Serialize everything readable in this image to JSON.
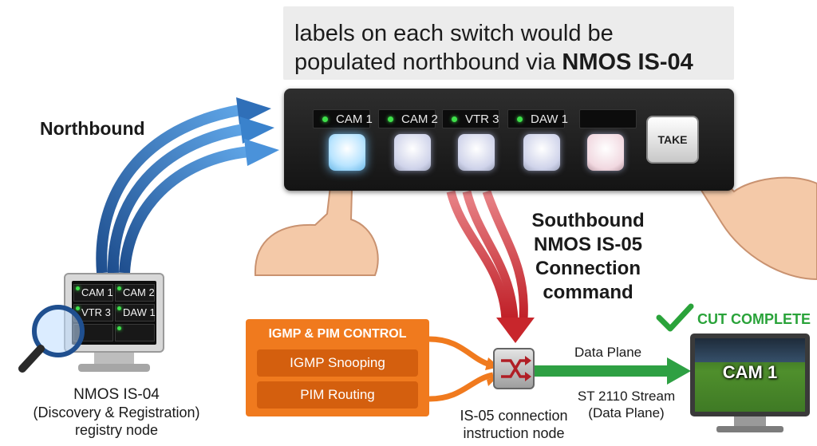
{
  "caption": {
    "line1": "labels on each switch would be",
    "line2_prefix": "populated northbound via ",
    "line2_bold": "NMOS IS-04"
  },
  "panel": {
    "switches": [
      {
        "label": "CAM 1",
        "led": true
      },
      {
        "label": "CAM 2",
        "led": true
      },
      {
        "label": "VTR 3",
        "led": true
      },
      {
        "label": "DAW 1",
        "led": true
      },
      {
        "label": "",
        "led": false
      }
    ],
    "take_label": "TAKE"
  },
  "northbound": {
    "label": "Northbound"
  },
  "southbound": {
    "line1": "Southbound",
    "line2": "NMOS IS-05",
    "line3": "Connection",
    "line4": "command"
  },
  "registry": {
    "cells": [
      {
        "label": "CAM 1",
        "led": true
      },
      {
        "label": "CAM 2",
        "led": true
      },
      {
        "label": "VTR 3",
        "led": true
      },
      {
        "label": "DAW 1",
        "led": true
      },
      {
        "label": "",
        "led": false
      },
      {
        "label": "",
        "led": false
      }
    ],
    "caption_line1": "NMOS IS-04",
    "caption_line2": "(Discovery & Registration)",
    "caption_line3": "registry node"
  },
  "igmp": {
    "title": "IGMP & PIM CONTROL",
    "item1": "IGMP Snooping",
    "item2": "PIM Routing"
  },
  "node": {
    "caption_line1": "IS-05 connection",
    "caption_line2": "instruction node"
  },
  "dataplane": {
    "label_top": "Data Plane",
    "label_bottom_line1": "ST 2110 Stream",
    "label_bottom_line2": "(Data Plane)"
  },
  "output": {
    "status": "CUT COMPLETE",
    "screen_label": "CAM 1"
  },
  "colors": {
    "northbound_blue": "#2f6fb8",
    "southbound_red": "#c8262c",
    "igmp_orange": "#f07a1e",
    "dataplane_green": "#2ea043",
    "check_green": "#2aa33a"
  }
}
